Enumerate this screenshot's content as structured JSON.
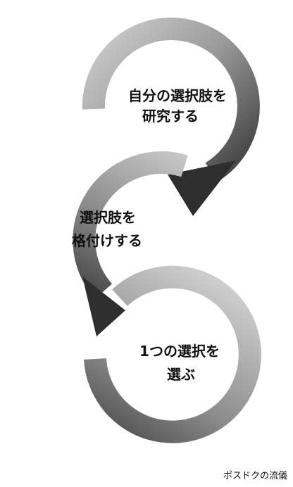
{
  "steps": [
    {
      "line1": "自分の選択肢を",
      "line2": "研究する"
    },
    {
      "line1": "選択肢を",
      "line2": "格付けする"
    },
    {
      "line1": "1つの選択を",
      "line2": "選ぶ"
    }
  ],
  "credit": "ポスドクの流儀",
  "colors": {
    "ring_light": "#c8c8c8",
    "ring_dark": "#2e2e2e",
    "text": "#111111",
    "background": "#ffffff"
  }
}
